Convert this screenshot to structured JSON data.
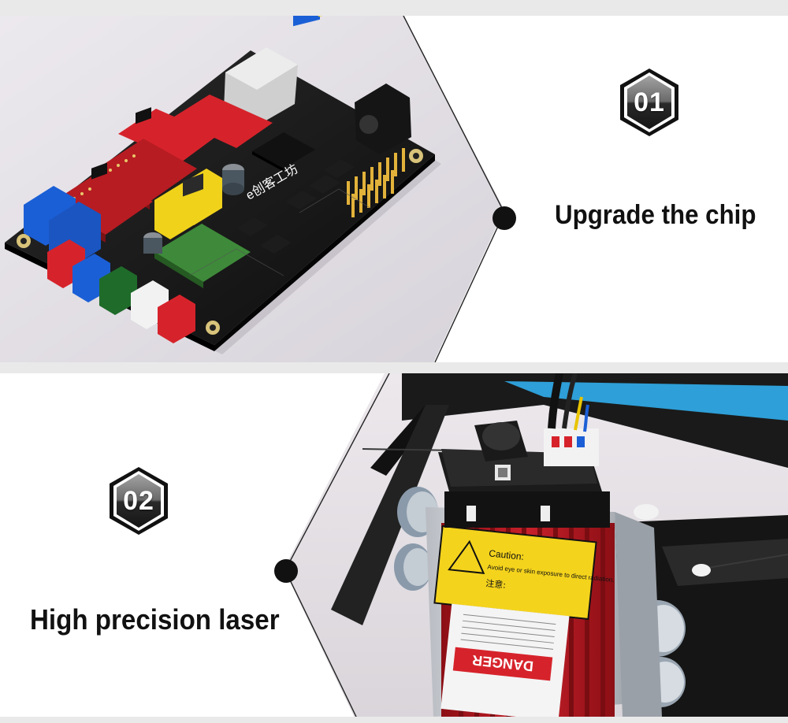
{
  "features": [
    {
      "number": "01",
      "caption": "Upgrade the chip",
      "photo": "controller-board"
    },
    {
      "number": "02",
      "caption": "High precision laser",
      "photo": "laser-module"
    }
  ],
  "laser_label": {
    "caution_title": "Caution:",
    "caution_text": "Avoid eye or skin exposure to direct radiation.",
    "chinese_text": "注意:",
    "danger_text": "DANGER"
  },
  "board_label": "e创客工坊",
  "colors": {
    "background": "#e9e9e9",
    "panel": "#ffffff",
    "badge_outer": "#111111",
    "badge_inner_top": "#9a9a9a",
    "badge_inner_bottom": "#1c1c1c",
    "text": "#111111",
    "board_pcb": "#1a1a1a",
    "driver_red": "#c8202a",
    "laser_red": "#c4161c",
    "caution_yellow": "#f4d31c",
    "rail_blue": "#2e9fd8"
  },
  "icons": [
    "hexagon-badge-icon",
    "bullet-dot-icon"
  ]
}
